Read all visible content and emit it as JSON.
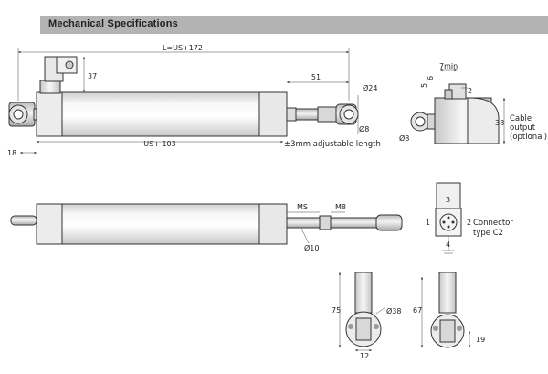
{
  "header": {
    "title": "Mechanical Specifications"
  },
  "top_view": {
    "overall_length": "L=US+172",
    "height_connector": "37",
    "rod_end_length": "51",
    "rod_end_diameter": "Ø24",
    "eye_diameter": "Ø8",
    "body_length": "US+ 103",
    "adjustable": "±3mm adjustable length",
    "left_offset": "18"
  },
  "side_view": {
    "width_7": "7min",
    "dim_5": "5",
    "dim_6": "6",
    "dim_2": "2",
    "height_38": "38",
    "cable_note_1": "Cable",
    "cable_note_2": "output",
    "cable_note_3": "(optional)",
    "eye_diameter": "Ø8"
  },
  "bottom_view": {
    "thread_ms": "MS",
    "thread_m8": "M8",
    "rod_diameter": "Ø10"
  },
  "connector": {
    "pin3": "3",
    "pin1": "1",
    "pin2": "2",
    "pin4": "4",
    "label_1": "Connector",
    "label_2": "type C2"
  },
  "end_view_a": {
    "height_75": "75",
    "diameter_38": "Ø38",
    "width_12": "12"
  },
  "end_view_b": {
    "height_67": "67",
    "width_19": "19"
  },
  "colors": {
    "header_bg": "#b3b3b3",
    "line": "#333333",
    "body_fill_light": "#f4f4f4",
    "body_fill_shade": "#d9d9d9"
  }
}
